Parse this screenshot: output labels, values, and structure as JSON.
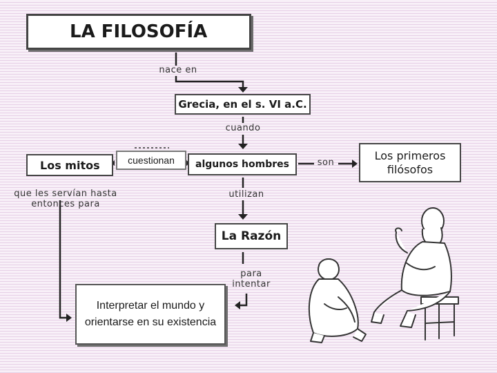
{
  "title": "LA FILOSOFÍA",
  "nodes": {
    "grecia": "Grecia, en el s. VI a.C.",
    "mitos": "Los mitos",
    "cuestionan": "cuestionan",
    "hombres": "algunos hombres",
    "filosofos": "Los primeros filósofos",
    "razon": "La Razón",
    "interpretar": "Interpretar el mundo y orientarse en su existencia"
  },
  "connectors": {
    "nace_en": "nace en",
    "cuando": "cuando",
    "son": "son",
    "utilizan": "utilizan",
    "para_intentar": "para intentar",
    "que_les_servian": "que les servían hasta entonces para"
  }
}
